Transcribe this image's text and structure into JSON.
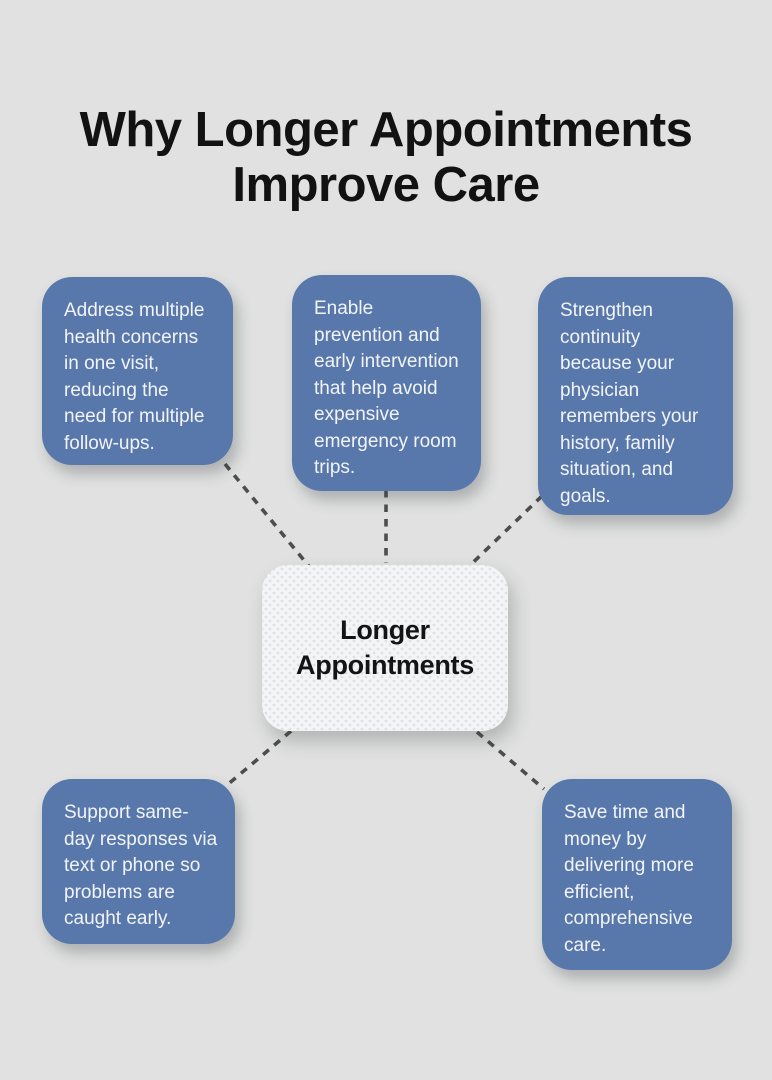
{
  "title": {
    "text": "Why Longer Appointments\nImprove Care"
  },
  "center_node": {
    "label": "Longer\nAppointments"
  },
  "nodes": [
    {
      "id": "top-left",
      "text": "Address multiple\nhealth concerns\nin one visit,\nreducing the\nneed for multiple\nfollow-ups."
    },
    {
      "id": "top-middle",
      "text": "Enable\nprevention and\nearly intervention\nthat help avoid\nexpensive\nemergency room\ntrips."
    },
    {
      "id": "top-right",
      "text": "Strengthen\ncontinuity\nbecause your\nphysician\nremembers your\nhistory, family\nsituation, and\ngoals."
    },
    {
      "id": "bottom-left",
      "text": "Support same-\nday responses via\ntext or phone so\nproblems are\ncaught early."
    },
    {
      "id": "bottom-right",
      "text": "Save time and\nmoney by\ndelivering more\nefficient,\ncomprehensive\ncare."
    }
  ],
  "style": {
    "page_bg": "#e0e1e0",
    "title_color": "#121212",
    "node_bg": "#5878ac",
    "node_text_color": "#f2f4f7",
    "center_bg": "#f3f4f6",
    "center_text_color": "#141414",
    "connector_color": "#4d4d4d"
  }
}
